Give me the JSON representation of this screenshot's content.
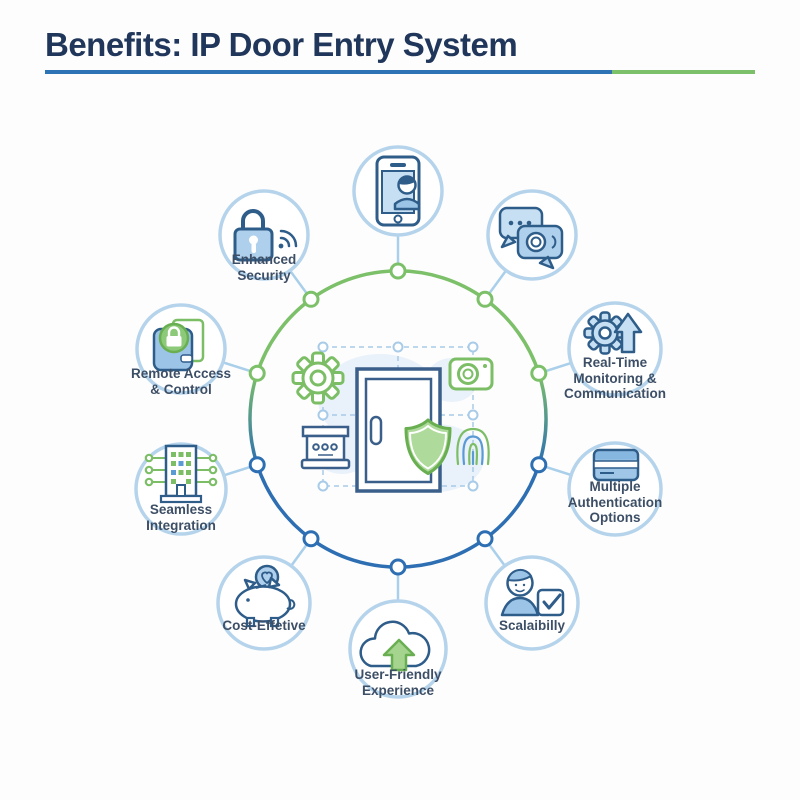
{
  "title": "Benefits: IP Door Entry System",
  "subject": "IP Door Entry System infographic",
  "colors": {
    "title_navy": "#20365a",
    "rule_blue": "#2e74b5",
    "ring_green": "#7cc069",
    "ring_blue": "#2d6fb2",
    "connector_light_blue": "#a9cfea",
    "circle_stroke": "#b5d4ec",
    "icon_stroke_blue": "#2f5d8a",
    "icon_fill_light_blue": "#c7dff2",
    "icon_green": "#7cbe66",
    "label_text": "#3d4f66"
  },
  "center_illustration": {
    "name": "door-entry-system-illustration",
    "elements": [
      "door",
      "gear",
      "security-camera",
      "intercom-keypad",
      "shield",
      "fingerprint",
      "dashed-connection-frame"
    ]
  },
  "benefits": [
    {
      "name": "mobile-access",
      "label": "",
      "icon": "smartphone-user-icon",
      "position": "top"
    },
    {
      "name": "video-communication",
      "label": "",
      "icon": "chat-camera-icon",
      "position": "top-right"
    },
    {
      "name": "real-time-monitoring",
      "label": "Real-Time\nMonitoring &\nCommunication",
      "icon": "gear-up-arrow-icon",
      "position": "right-upper"
    },
    {
      "name": "multiple-authentication",
      "label": "Multiple\nAuthentication\nOptions",
      "icon": "access-card-icon",
      "position": "right-lower"
    },
    {
      "name": "scalability",
      "label": "Scalaibilly",
      "icon": "person-check-icon",
      "position": "bottom-right"
    },
    {
      "name": "user-friendly",
      "label": "User-Friendly\nExperience",
      "icon": "cloud-up-arrow-icon",
      "position": "bottom"
    },
    {
      "name": "cost-effective",
      "label": "Cost-Effetive",
      "icon": "piggy-bank-coin-icon",
      "position": "bottom-left"
    },
    {
      "name": "seamless-integration",
      "label": "Seamless\nIntegration",
      "icon": "building-network-icon",
      "position": "left-lower"
    },
    {
      "name": "remote-access",
      "label": "Remote Access\n& Control",
      "icon": "device-lock-icon",
      "position": "left-upper"
    },
    {
      "name": "enhanced-security",
      "label": "Enhanced\nSecurity",
      "icon": "padlock-wifi-icon",
      "position": "top-left"
    }
  ]
}
